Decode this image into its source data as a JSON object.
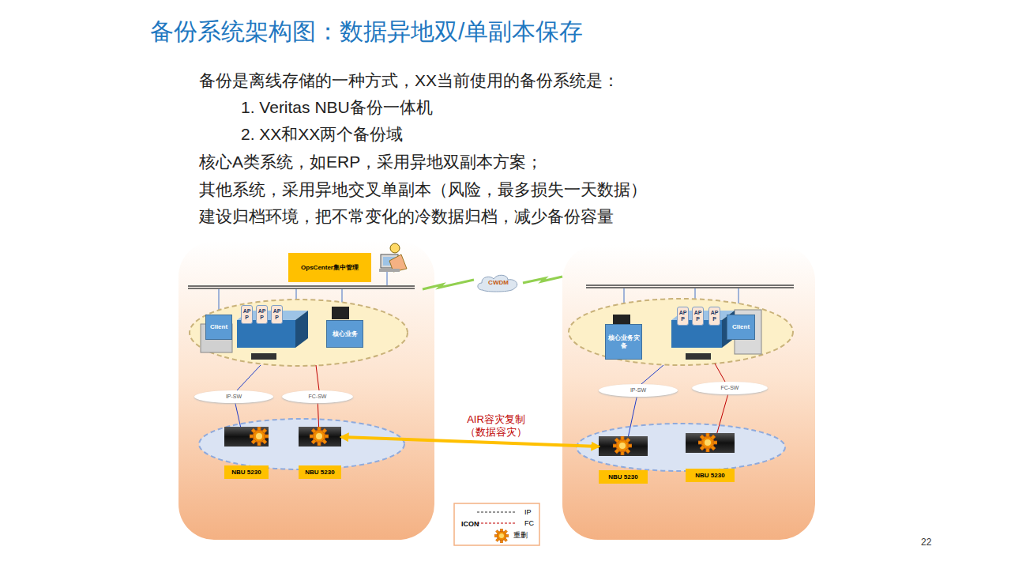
{
  "diagram": {
    "title": "备份系统架构图：数据异地双/单副本保存",
    "nodes": [
      {
        "text": [
          "OpsCenter集中管理"
        ]
      },
      {
        "text": [
          "CWDM"
        ]
      },
      {
        "text": [
          "Client"
        ]
      },
      {
        "text": [
          "APP"
        ]
      },
      {
        "text": [
          "APP"
        ]
      },
      {
        "text": [
          "APP"
        ]
      },
      {
        "text": [
          "核心业务"
        ]
      },
      {
        "text": [
          "IP-SW"
        ]
      },
      {
        "text": [
          "FC-SW"
        ]
      },
      {
        "text": [
          "NBU 5230"
        ]
      },
      {
        "text": [
          "NBU 5230"
        ]
      },
      {
        "text": [
          "核心业务灾备"
        ]
      },
      {
        "text": [
          "APP"
        ]
      },
      {
        "text": [
          "APP"
        ]
      },
      {
        "text": [
          "APP"
        ]
      },
      {
        "text": [
          "Client"
        ]
      },
      {
        "text": [
          "IP-SW"
        ]
      },
      {
        "text": [
          "FC-SW"
        ]
      },
      {
        "text": [
          "NBU 5230"
        ]
      },
      {
        "text": [
          "NBU 5230"
        ]
      }
    ],
    "edges": [
      {
        "from": 7,
        "to": 9,
        "arrow": "none"
      },
      {
        "from": 8,
        "to": 10,
        "arrow": "none"
      },
      {
        "from": 16,
        "to": 18,
        "arrow": "none"
      },
      {
        "from": 17,
        "to": 19,
        "arrow": "none"
      },
      {
        "from": 10,
        "to": 18,
        "label": "AIR容灾复制 （数据容灾）",
        "arrow": "both"
      }
    ],
    "labels": [
      "备份是离线存储的一种方式，XX当前使用的备份系统是：",
      "1. Veritas NBU备份一体机",
      "2. XX和XX两个备份域",
      "核心A类系统，如ERP，采用异地双副本方案；",
      "其他系统，采用异地交叉单副本（风险，最多损失一天数据）",
      "建设归档环境，把不常变化的冷数据归档，减少备份容量",
      "ICON",
      "22"
    ],
    "legend": [
      {
        "text": "IP"
      },
      {
        "text": "FC"
      },
      {
        "text": "重删"
      }
    ]
  }
}
